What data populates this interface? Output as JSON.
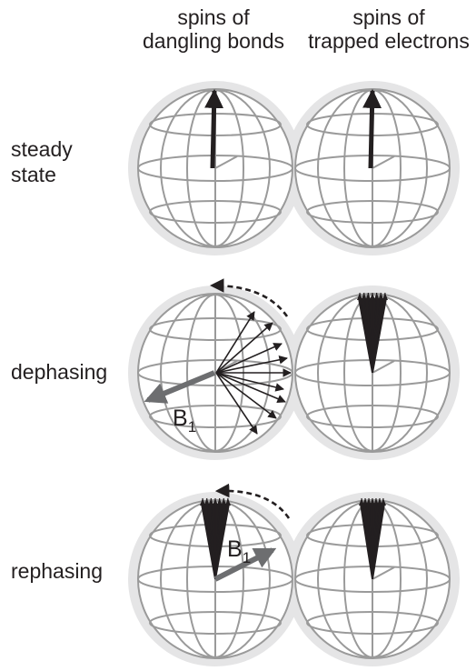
{
  "columns": [
    {
      "line1": "spins of",
      "line2": "dangling bonds"
    },
    {
      "line1": "spins of",
      "line2": "trapped electrons"
    }
  ],
  "rows": [
    {
      "line1": "steady",
      "line2": "state"
    },
    {
      "line1": "dephasing",
      "line2": ""
    },
    {
      "line1": "rephasing",
      "line2": ""
    }
  ],
  "field_label": {
    "main": "B",
    "sub": "1"
  },
  "colors": {
    "sphere_fill": "#e5e5e6",
    "sphere_line": "#9a9a9a",
    "spin_arrow": "#231f20",
    "field_arrow": "#6d6e70"
  }
}
